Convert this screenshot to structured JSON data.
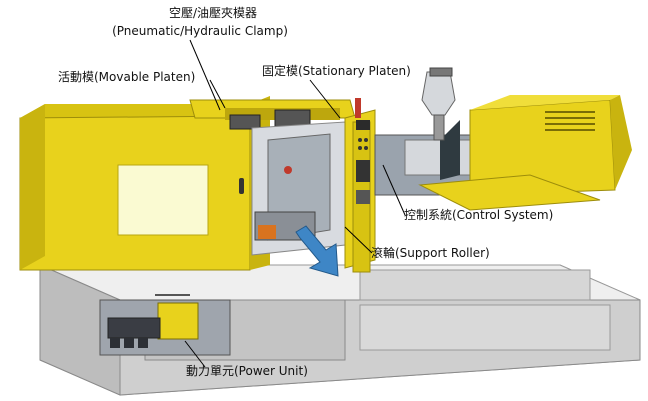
{
  "labels": {
    "clamp_line1": "空壓/油壓夾模器",
    "clamp_line2": "(Pneumatic/Hydraulic Clamp)",
    "movable_platen": "活動模(Movable Platen)",
    "stationary_platen": "固定模(Stationary Platen)",
    "control_system": "控制系統(Control System)",
    "support_roller": "滾輪(Support Roller)",
    "power_unit": "動力單元(Power Unit)"
  },
  "colors": {
    "machine_yellow": "#e8d21c",
    "yellow_shadow": "#c9b40f",
    "base_gray": "#d9d9d9",
    "arrow_blue": "#3e86c6",
    "leader_line": "#000000"
  }
}
